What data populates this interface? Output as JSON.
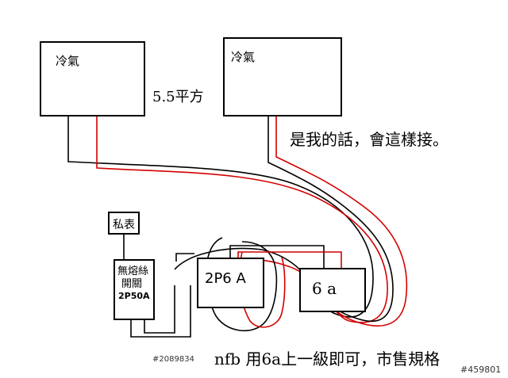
{
  "diagram": {
    "ac_left_label": "冷氣",
    "ac_right_label": "冷氣",
    "wire_size_label": "5.5平方",
    "comment_text": "是我的話，會這樣接。",
    "meter_label": "私表",
    "main_breaker_label_1": "無熔絲",
    "main_breaker_label_2": "開關",
    "main_breaker_rating": "2P50A",
    "breaker_2p6a_label": "2P6 A",
    "breaker_6a_label": "6 a",
    "footer_note": "nfb 用6a上一級即可，市售規格",
    "watermark_left": "#2089834",
    "watermark_right": "#459801"
  },
  "colors": {
    "wire_black": "#000000",
    "wire_red": "#d40000",
    "watermark": "#333333"
  }
}
